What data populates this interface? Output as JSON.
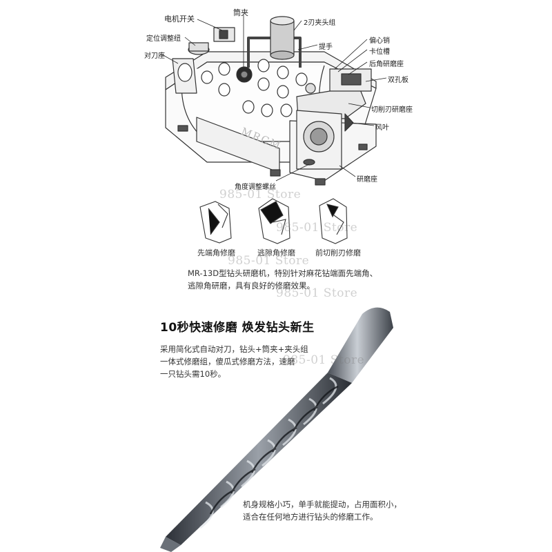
{
  "machine": {
    "brand": "MRCM",
    "callouts": {
      "motor_switch": "电机开关",
      "collet": "筒夹",
      "collet_set_2": "2刃夹头组",
      "position_knob": "定位调整纽",
      "handle": "提手",
      "eccentric_pin": "偏心销",
      "alignment_seat": "对刀座",
      "stop_groove": "卡位槽",
      "rear_angle_seat": "后角研磨座",
      "double_hole_plate": "双孔板",
      "cutting_edge_seat": "切削刃研磨座",
      "fan_blade": "风叶",
      "angle_screw": "角度调整螺丝",
      "grinding_seat": "研磨座"
    }
  },
  "grinds": [
    {
      "label": "先端角修磨"
    },
    {
      "label": "逃隙角修磨"
    },
    {
      "label": "前切削刃修磨"
    }
  ],
  "description": {
    "line1": "MR-13D型钻头研磨机，特别针对麻花钻端面先端角、",
    "line2": "逃隙角研磨，具有良好的修磨效果。"
  },
  "headline": "10秒快速修磨 焕发钻头新生",
  "feature": {
    "line1": "采用简化式自动对刀，钻头+筒夹+夹头组",
    "line2": "一体式修磨组，傻瓜式修磨方法，速磨",
    "line3": "一只钻头需10秒。"
  },
  "portable": {
    "line1": "机身规格小巧，单手就能提动，占用面积小，",
    "line2": "适合在任何地方进行钻头的修磨工作。"
  },
  "watermarks": [
    "985-01 Store",
    "985-01 Store",
    "985-01 Store",
    "985-01 Store",
    "985-01 Store"
  ]
}
